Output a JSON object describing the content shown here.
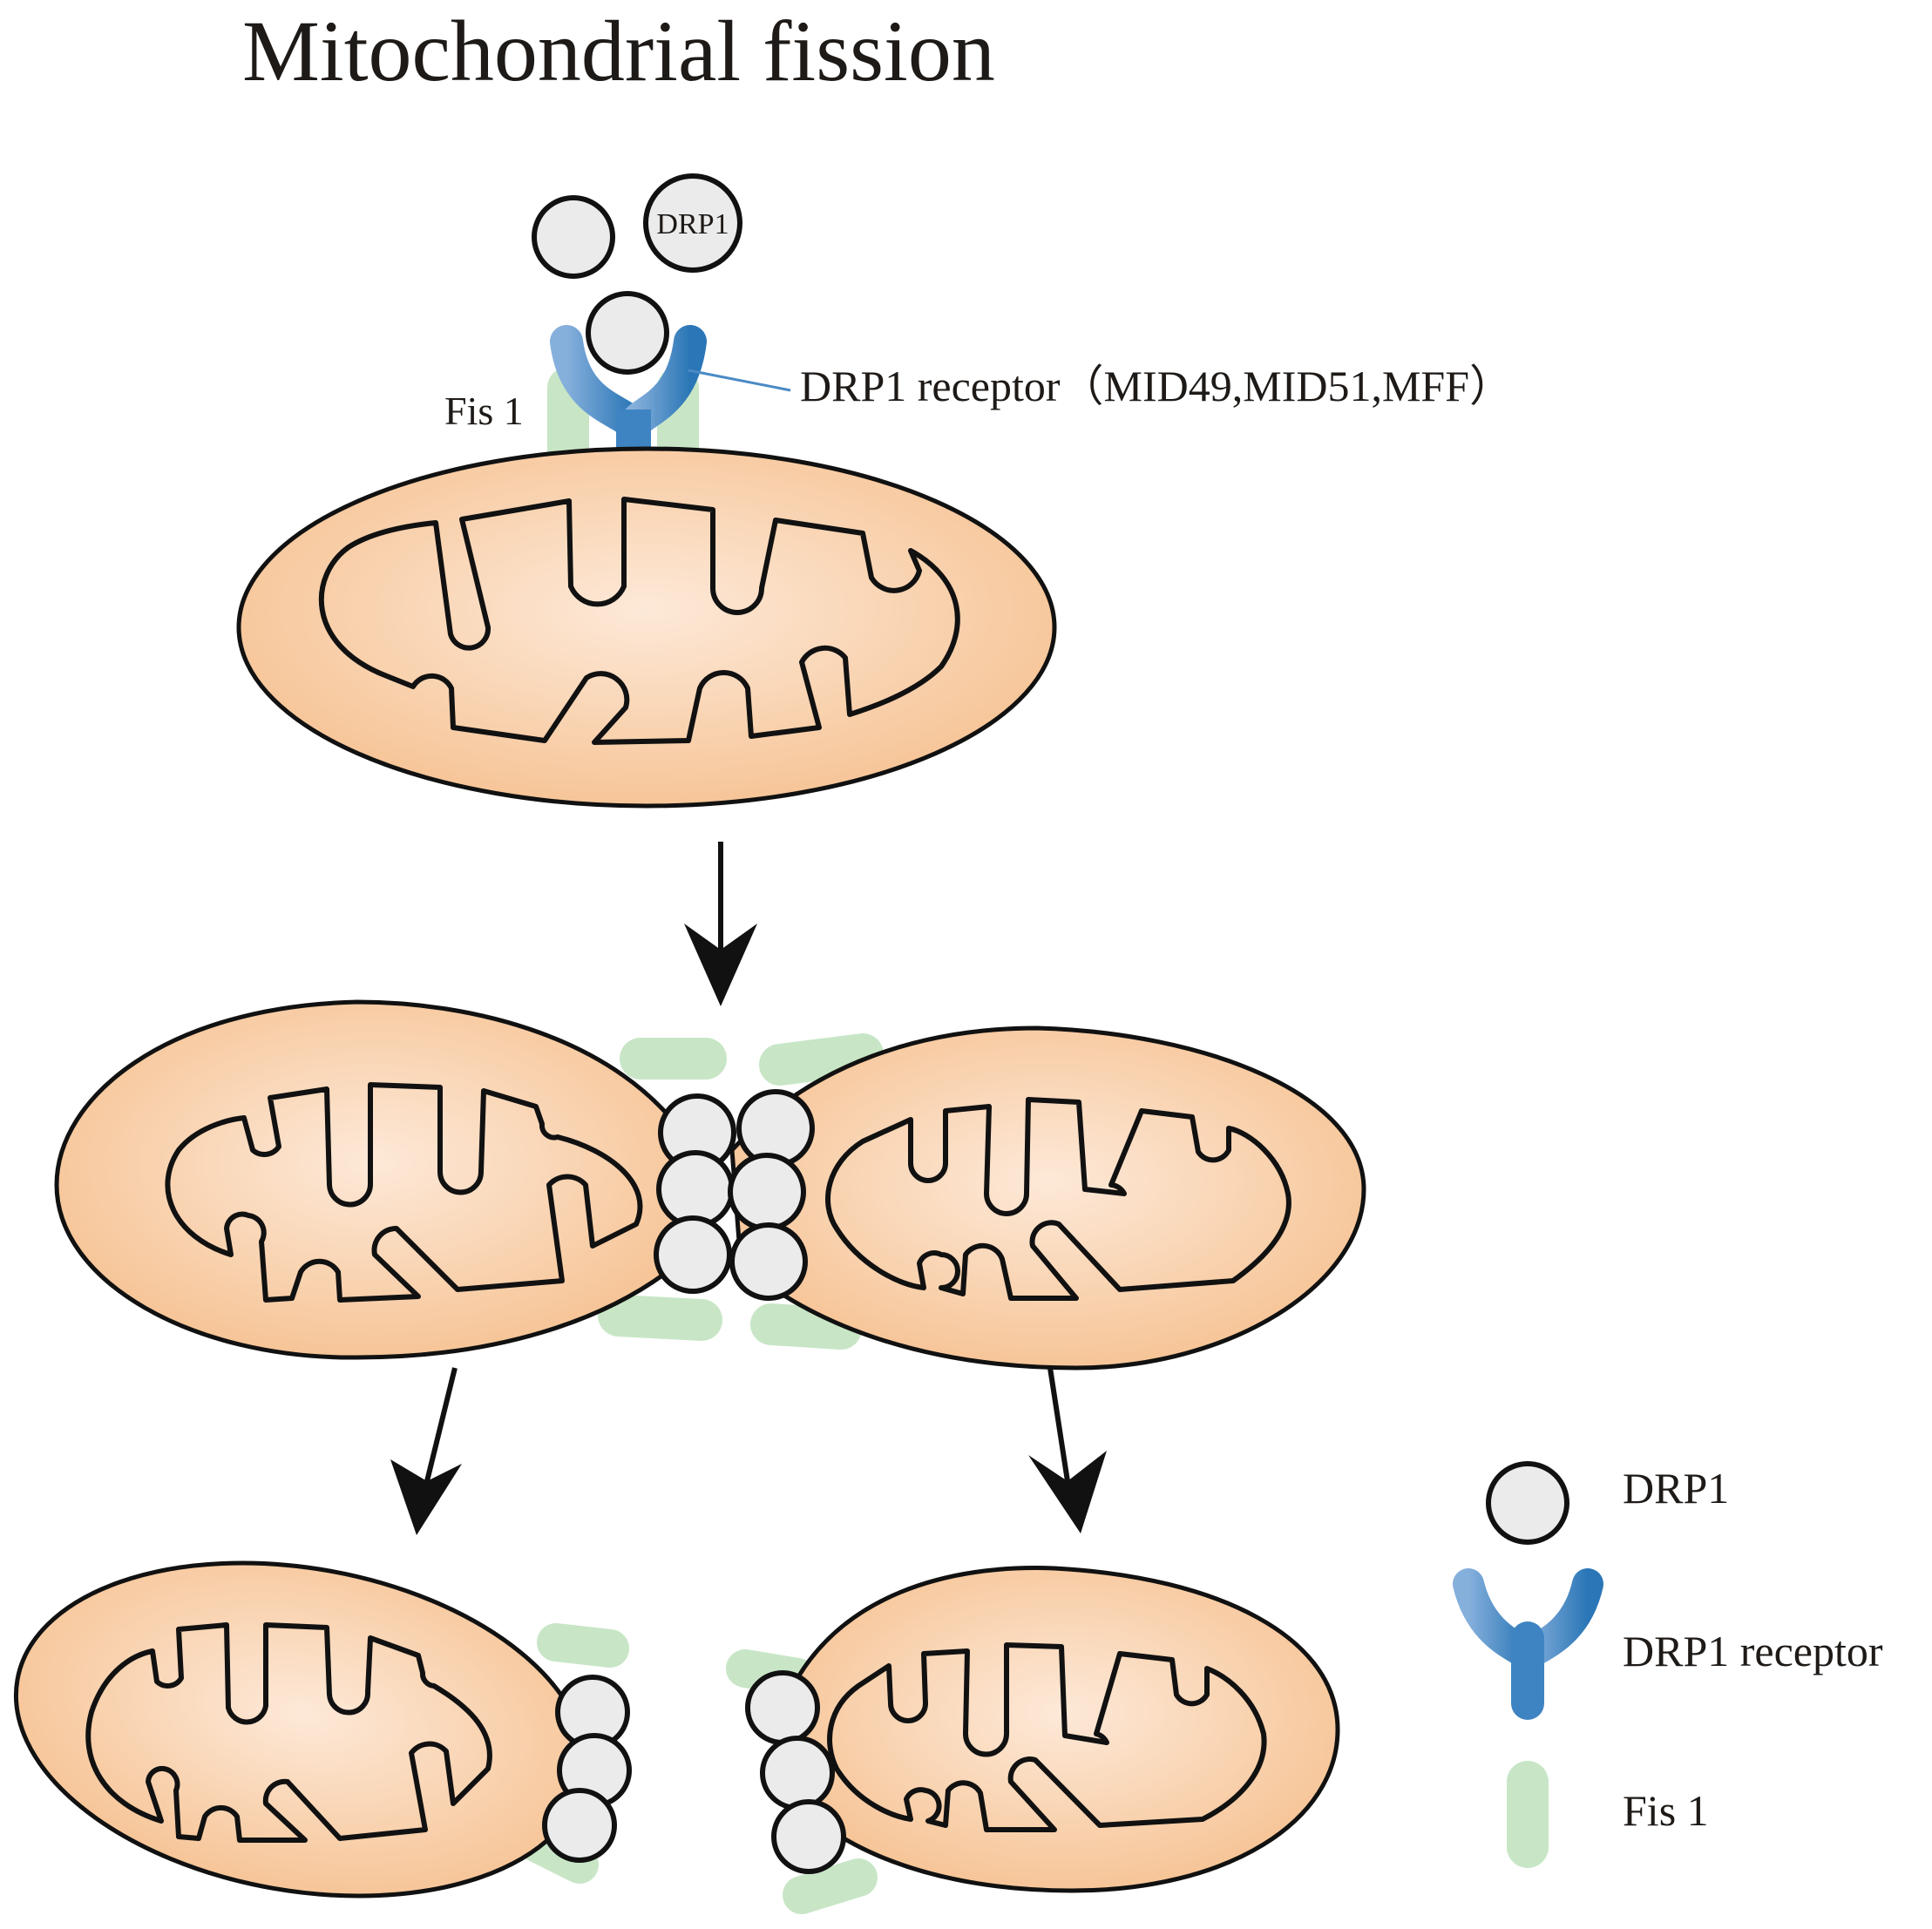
{
  "title": "Mitochondrial fission",
  "labels": {
    "drp1_on_circle": "DRP1",
    "fis1": "Fis 1",
    "drp1_receptor_callout": "DRP1 receptor（MID49,MID51,MFF）"
  },
  "legend": [
    {
      "icon": "drp1-circle-icon",
      "label": "DRP1"
    },
    {
      "icon": "drp1-receptor-icon",
      "label": "DRP1 receptor"
    },
    {
      "icon": "fis1-icon",
      "label": "Fis 1"
    }
  ],
  "colors": {
    "mito_center": "#fde6d2",
    "mito_edge": "#f6c394",
    "drp1_fill": "#ebebeb",
    "receptor_light": "#7aa6d6",
    "receptor_dark": "#2b78b8",
    "fis1_green": "#c8e6c6",
    "text": "#1e1a17"
  }
}
